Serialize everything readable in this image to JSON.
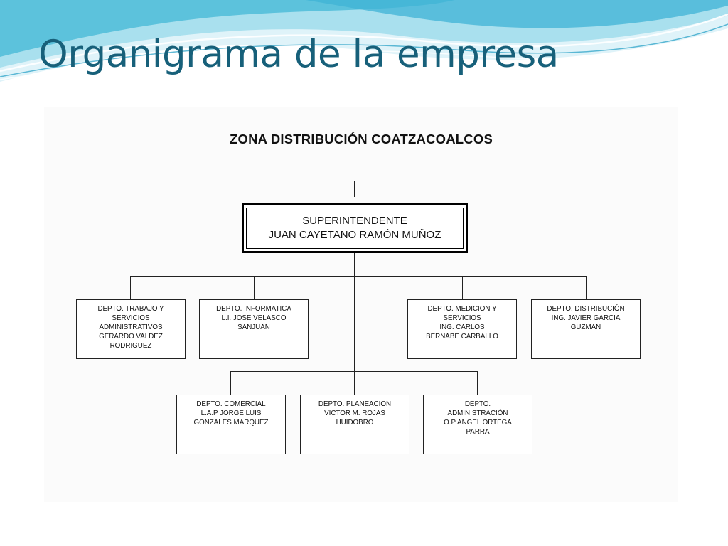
{
  "slide": {
    "title": "Organigrama de la empresa",
    "theme_colors": {
      "title": "#17607a",
      "swoosh_light": "#cfeef7",
      "swoosh_mid": "#7fd0e6",
      "swoosh_dark": "#2aa8cf"
    }
  },
  "org_chart": {
    "heading": "ZONA DISTRIBUCIÓN COATZACOALCOS",
    "superintendent": {
      "title": "SUPERINTENDENTE",
      "name": "JUAN CAYETANO RAMÓN MUÑOZ"
    },
    "departments": [
      {
        "lines": [
          "DEPTO. TRABAJO Y",
          "SERVICIOS",
          "ADMINISTRATIVOS",
          "GERARDO VALDEZ",
          "RODRIGUEZ"
        ]
      },
      {
        "lines": [
          "DEPTO. INFORMATICA",
          "L.I. JOSE VELASCO",
          "SANJUAN"
        ]
      },
      {
        "lines": [
          "DEPTO. MEDICION Y",
          "SERVICIOS",
          "ING. CARLOS",
          "BERNABE CARBALLO"
        ]
      },
      {
        "lines": [
          "DEPTO. DISTRIBUCIÓN",
          "ING. JAVIER GARCIA",
          "GUZMAN"
        ]
      },
      {
        "lines": [
          "DEPTO. COMERCIAL",
          "L.A.P JORGE LUIS",
          "GONZALES MARQUEZ"
        ]
      },
      {
        "lines": [
          "DEPTO. PLANEACION",
          "VICTOR M. ROJAS",
          "HUIDOBRO"
        ]
      },
      {
        "lines": [
          "DEPTO.",
          "ADMINISTRACIÓN",
          "O.P ANGEL ORTEGA",
          "PARRA"
        ]
      }
    ]
  }
}
